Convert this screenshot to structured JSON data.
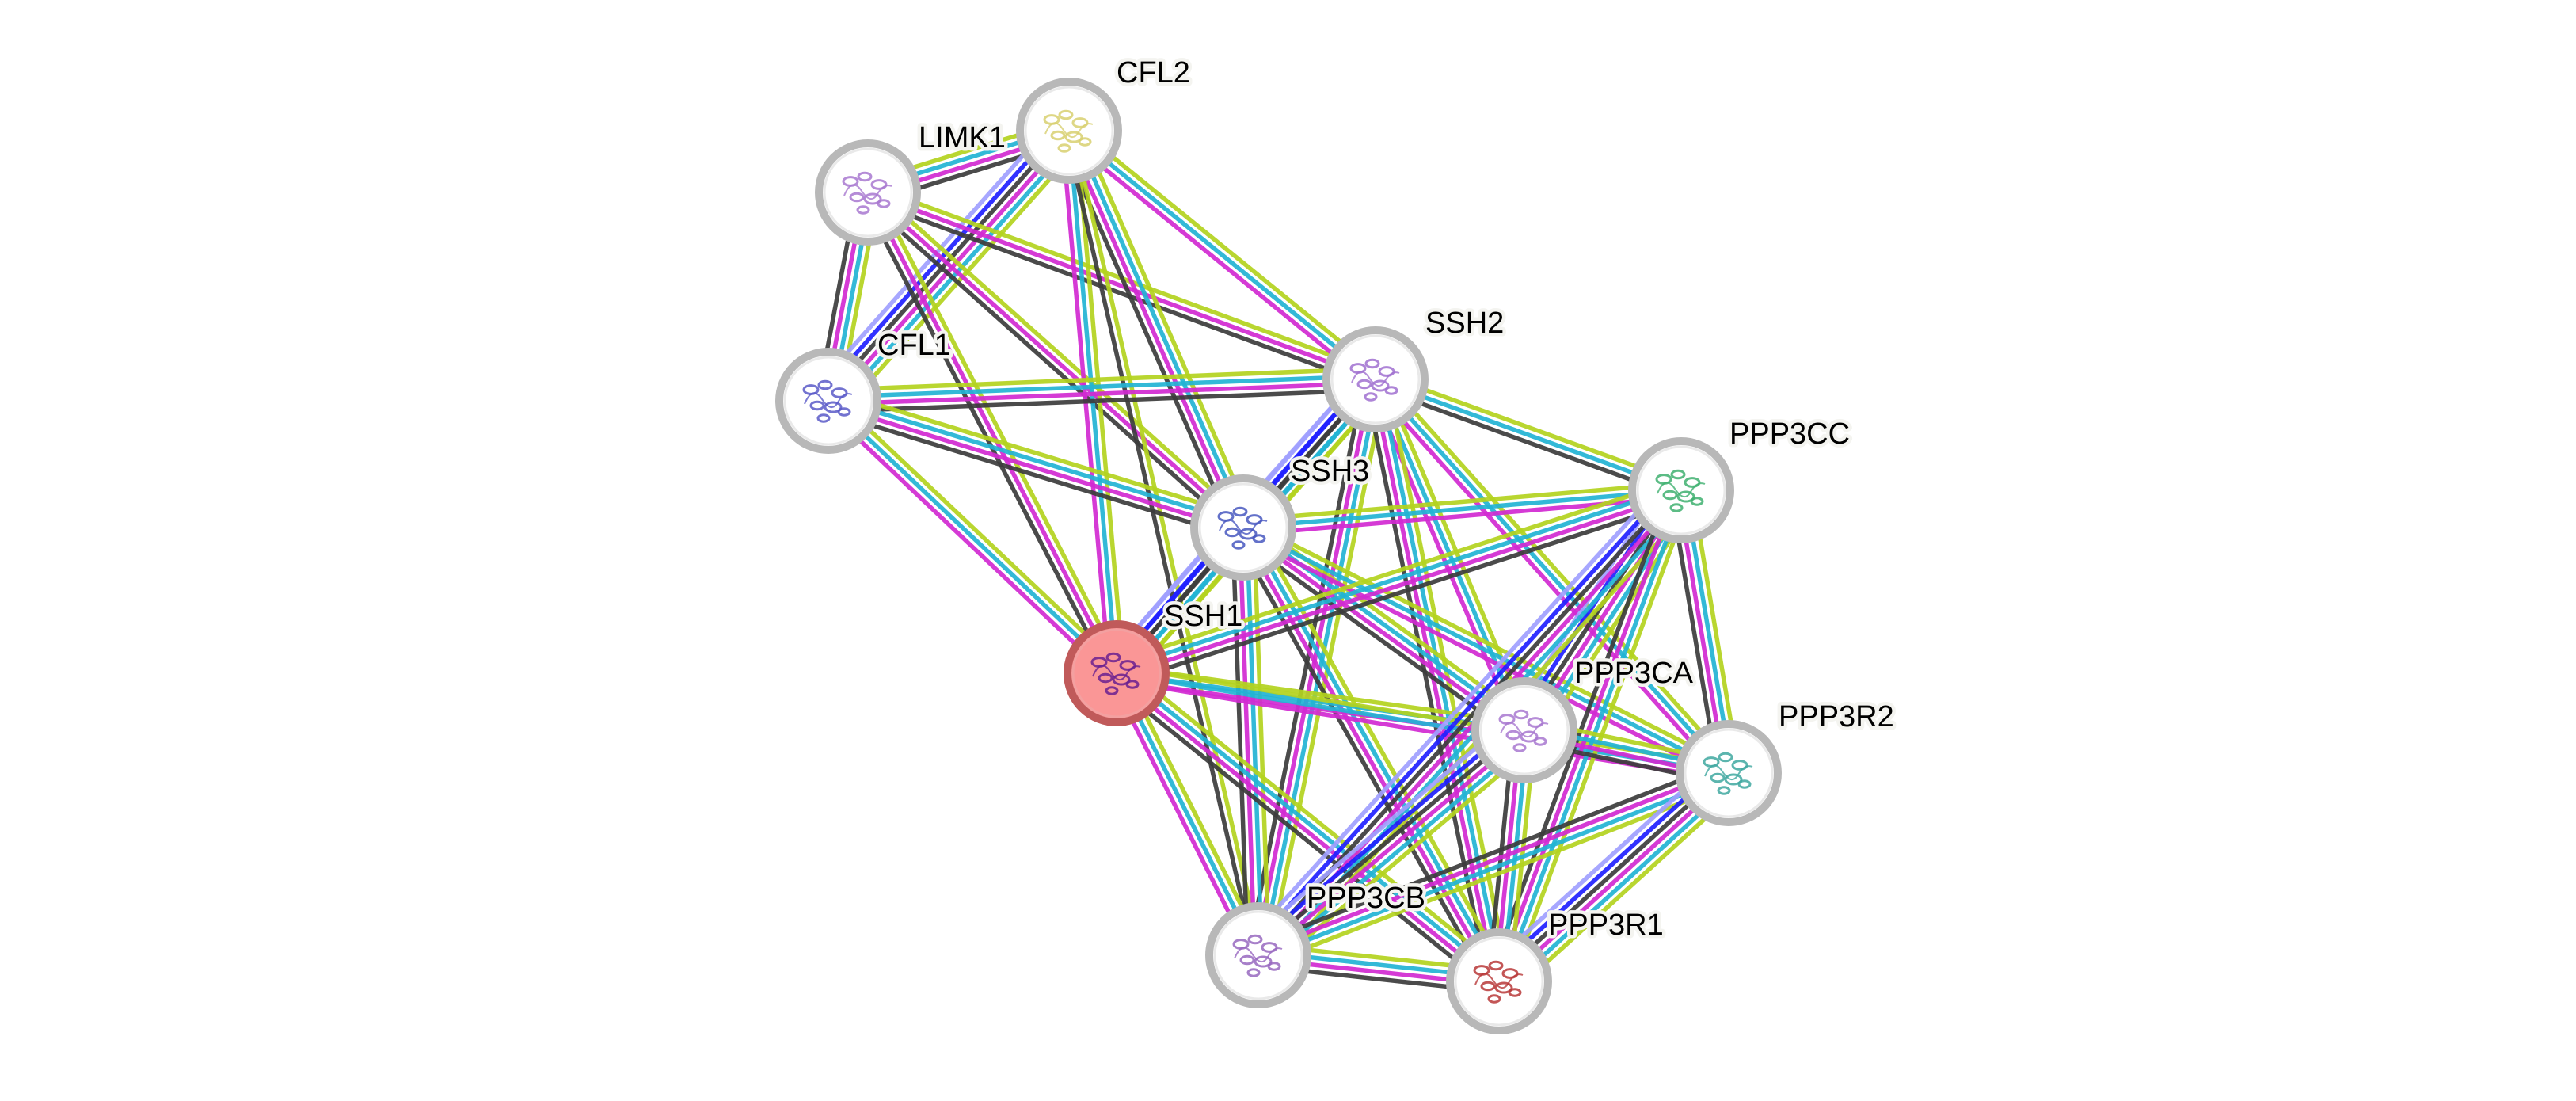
{
  "title": "Protein interaction network",
  "evidence_colors": {
    "textmining": "#b4d31f",
    "database": "#22b4d4",
    "experiments": "#d22ad2",
    "coexpression": "#3c3c3c",
    "cooccurrence": "#2020ff",
    "homology": "#a0a0ff"
  },
  "query_node": "SSH1",
  "nodes": [
    {
      "id": "CFL2",
      "label": "CFL2",
      "structure_color": "#d8d070"
    },
    {
      "id": "LIMK1",
      "label": "LIMK1",
      "structure_color": "#a878d0"
    },
    {
      "id": "CFL1",
      "label": "CFL1",
      "structure_color": "#5a5ac8"
    },
    {
      "id": "SSH2",
      "label": "SSH2",
      "structure_color": "#a070d0"
    },
    {
      "id": "PPP3CC",
      "label": "PPP3CC",
      "structure_color": "#40b070"
    },
    {
      "id": "SSH3",
      "label": "SSH3",
      "structure_color": "#4858c0"
    },
    {
      "id": "SSH1",
      "label": "SSH1",
      "structure_color": "#6a2090"
    },
    {
      "id": "PPP3CA",
      "label": "PPP3CA",
      "structure_color": "#a878d0"
    },
    {
      "id": "PPP3R2",
      "label": "PPP3R2",
      "structure_color": "#40a8a0"
    },
    {
      "id": "PPP3CB",
      "label": "PPP3CB",
      "structure_color": "#9868c0"
    },
    {
      "id": "PPP3R1",
      "label": "PPP3R1",
      "structure_color": "#b83838"
    }
  ],
  "edges": [
    {
      "a": "LIMK1",
      "b": "CFL2",
      "evidence": [
        "textmining",
        "database",
        "experiments",
        "coexpression"
      ]
    },
    {
      "a": "LIMK1",
      "b": "CFL1",
      "evidence": [
        "textmining",
        "database",
        "experiments",
        "coexpression"
      ]
    },
    {
      "a": "CFL2",
      "b": "CFL1",
      "evidence": [
        "textmining",
        "database",
        "experiments",
        "coexpression",
        "cooccurrence",
        "homology"
      ]
    },
    {
      "a": "LIMK1",
      "b": "SSH2",
      "evidence": [
        "textmining",
        "experiments",
        "coexpression"
      ]
    },
    {
      "a": "LIMK1",
      "b": "SSH3",
      "evidence": [
        "textmining",
        "experiments",
        "coexpression"
      ]
    },
    {
      "a": "LIMK1",
      "b": "SSH1",
      "evidence": [
        "textmining",
        "experiments",
        "coexpression"
      ]
    },
    {
      "a": "CFL2",
      "b": "SSH2",
      "evidence": [
        "textmining",
        "database",
        "experiments"
      ]
    },
    {
      "a": "CFL2",
      "b": "SSH3",
      "evidence": [
        "textmining",
        "database",
        "experiments",
        "coexpression"
      ]
    },
    {
      "a": "CFL2",
      "b": "SSH1",
      "evidence": [
        "textmining",
        "database",
        "experiments"
      ]
    },
    {
      "a": "CFL2",
      "b": "PPP3CB",
      "evidence": [
        "textmining",
        "coexpression"
      ]
    },
    {
      "a": "CFL1",
      "b": "SSH2",
      "evidence": [
        "textmining",
        "database",
        "experiments",
        "coexpression"
      ]
    },
    {
      "a": "CFL1",
      "b": "SSH3",
      "evidence": [
        "textmining",
        "database",
        "experiments",
        "coexpression"
      ]
    },
    {
      "a": "CFL1",
      "b": "SSH1",
      "evidence": [
        "textmining",
        "database",
        "experiments"
      ]
    },
    {
      "a": "SSH2",
      "b": "SSH3",
      "evidence": [
        "textmining",
        "database",
        "coexpression",
        "cooccurrence",
        "homology"
      ]
    },
    {
      "a": "SSH3",
      "b": "SSH1",
      "evidence": [
        "textmining",
        "database",
        "coexpression",
        "cooccurrence",
        "homology"
      ]
    },
    {
      "a": "SSH2",
      "b": "SSH1",
      "evidence": [
        "textmining",
        "database",
        "coexpression",
        "cooccurrence",
        "homology"
      ]
    },
    {
      "a": "SSH2",
      "b": "PPP3CC",
      "evidence": [
        "textmining",
        "database",
        "coexpression"
      ]
    },
    {
      "a": "SSH2",
      "b": "PPP3CA",
      "evidence": [
        "textmining",
        "database",
        "experiments"
      ]
    },
    {
      "a": "SSH2",
      "b": "PPP3R2",
      "evidence": [
        "textmining",
        "database",
        "experiments"
      ]
    },
    {
      "a": "SSH2",
      "b": "PPP3CB",
      "evidence": [
        "textmining",
        "database",
        "experiments",
        "coexpression"
      ]
    },
    {
      "a": "SSH2",
      "b": "PPP3R1",
      "evidence": [
        "textmining",
        "database",
        "experiments",
        "coexpression"
      ]
    },
    {
      "a": "SSH3",
      "b": "PPP3CC",
      "evidence": [
        "textmining",
        "database",
        "experiments"
      ]
    },
    {
      "a": "SSH3",
      "b": "PPP3CA",
      "evidence": [
        "textmining",
        "database",
        "experiments",
        "coexpression"
      ]
    },
    {
      "a": "SSH3",
      "b": "PPP3R2",
      "evidence": [
        "textmining",
        "database",
        "experiments"
      ]
    },
    {
      "a": "SSH3",
      "b": "PPP3CB",
      "evidence": [
        "textmining",
        "database",
        "experiments",
        "coexpression"
      ]
    },
    {
      "a": "SSH3",
      "b": "PPP3R1",
      "evidence": [
        "textmining",
        "database",
        "experiments",
        "coexpression"
      ]
    },
    {
      "a": "SSH1",
      "b": "PPP3CC",
      "evidence": [
        "textmining",
        "database",
        "experiments",
        "coexpression"
      ]
    },
    {
      "a": "SSH1",
      "b": "PPP3CA",
      "evidence": [
        "textmining",
        "database",
        "experiments"
      ]
    },
    {
      "a": "SSH1",
      "b": "PPP3R2",
      "evidence": [
        "textmining",
        "database",
        "experiments"
      ]
    },
    {
      "a": "SSH1",
      "b": "PPP3CB",
      "evidence": [
        "textmining",
        "database",
        "experiments"
      ]
    },
    {
      "a": "SSH1",
      "b": "PPP3R1",
      "evidence": [
        "textmining",
        "database",
        "experiments",
        "coexpression"
      ]
    },
    {
      "a": "PPP3CC",
      "b": "PPP3CA",
      "evidence": [
        "textmining",
        "database",
        "experiments",
        "coexpression",
        "cooccurrence",
        "homology"
      ]
    },
    {
      "a": "PPP3CC",
      "b": "PPP3R2",
      "evidence": [
        "textmining",
        "database",
        "experiments",
        "coexpression"
      ]
    },
    {
      "a": "PPP3CC",
      "b": "PPP3CB",
      "evidence": [
        "textmining",
        "database",
        "experiments",
        "coexpression",
        "cooccurrence",
        "homology"
      ]
    },
    {
      "a": "PPP3CC",
      "b": "PPP3R1",
      "evidence": [
        "textmining",
        "database",
        "experiments",
        "coexpression"
      ]
    },
    {
      "a": "PPP3CA",
      "b": "PPP3R2",
      "evidence": [
        "textmining",
        "database",
        "experiments",
        "coexpression"
      ]
    },
    {
      "a": "PPP3CA",
      "b": "PPP3CB",
      "evidence": [
        "textmining",
        "database",
        "experiments",
        "coexpression",
        "cooccurrence",
        "homology"
      ]
    },
    {
      "a": "PPP3CA",
      "b": "PPP3R1",
      "evidence": [
        "textmining",
        "database",
        "experiments",
        "coexpression"
      ]
    },
    {
      "a": "PPP3R2",
      "b": "PPP3CB",
      "evidence": [
        "textmining",
        "database",
        "experiments",
        "coexpression"
      ]
    },
    {
      "a": "PPP3R2",
      "b": "PPP3R1",
      "evidence": [
        "textmining",
        "database",
        "experiments",
        "coexpression",
        "cooccurrence",
        "homology"
      ]
    },
    {
      "a": "PPP3CB",
      "b": "PPP3R1",
      "evidence": [
        "textmining",
        "database",
        "experiments",
        "coexpression"
      ]
    }
  ]
}
